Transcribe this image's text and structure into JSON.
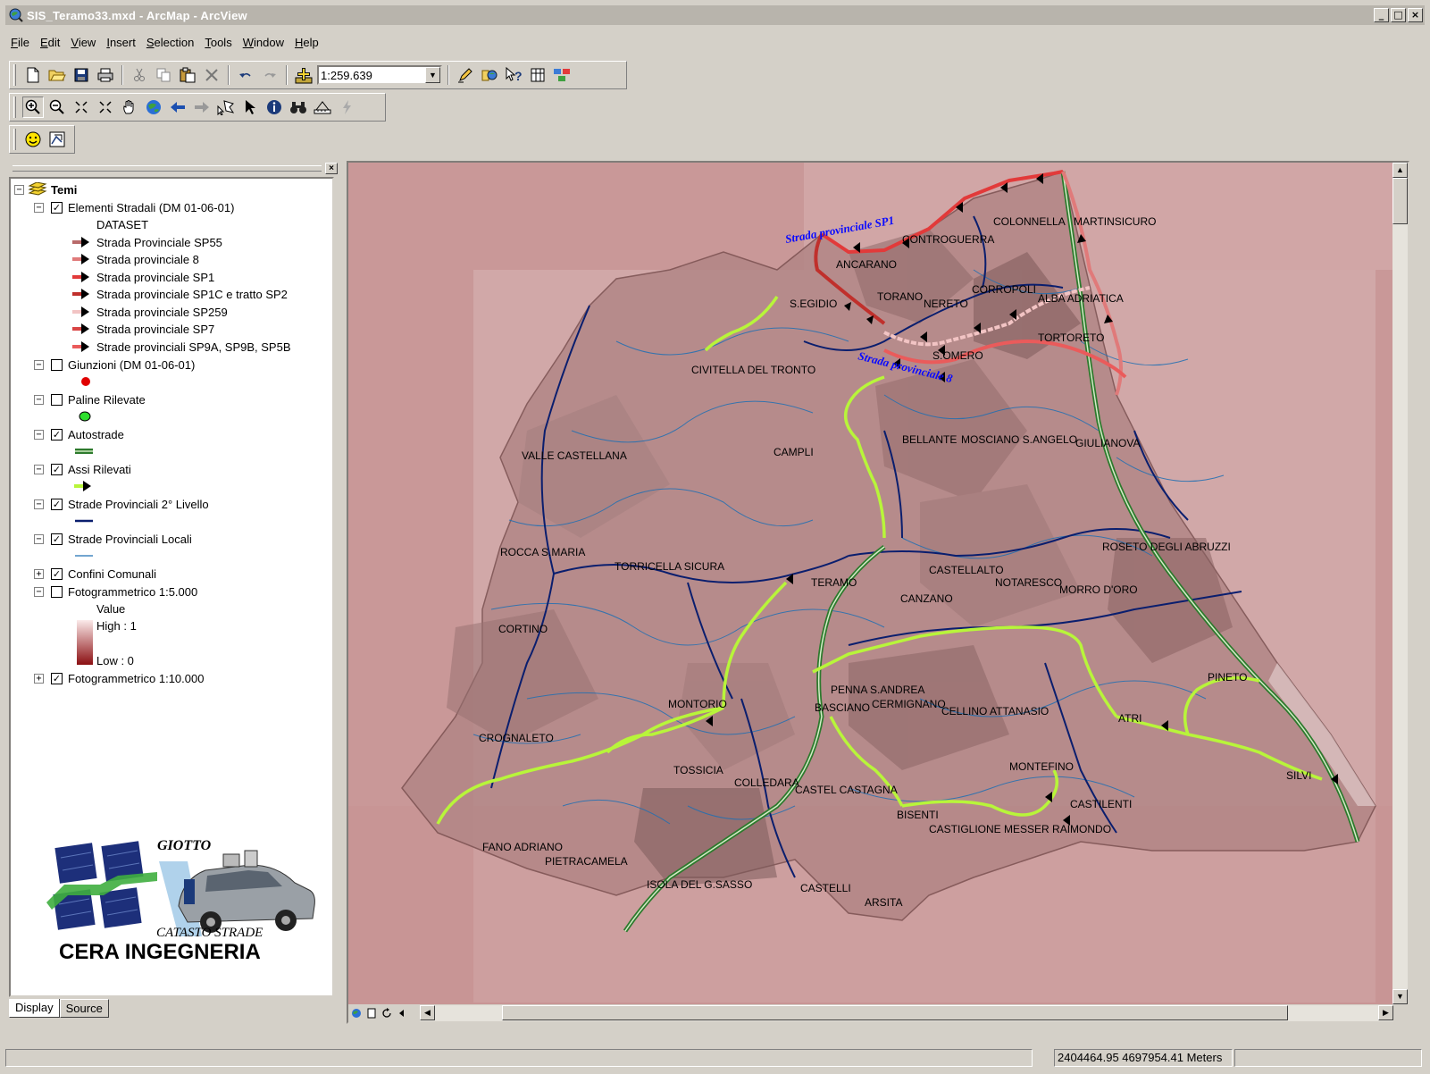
{
  "window": {
    "title": "SIS_Teramo33.mxd - ArcMap - ArcView",
    "controls": [
      "_",
      "□",
      "×"
    ]
  },
  "menu": [
    {
      "label": "File",
      "u": "F",
      "rest": "ile"
    },
    {
      "label": "Edit",
      "u": "E",
      "rest": "dit"
    },
    {
      "label": "View",
      "u": "V",
      "rest": "iew"
    },
    {
      "label": "Insert",
      "u": "I",
      "rest": "nsert"
    },
    {
      "label": "Selection",
      "u": "S",
      "rest": "election"
    },
    {
      "label": "Tools",
      "u": "T",
      "rest": "ools"
    },
    {
      "label": "Window",
      "u": "W",
      "rest": "indow"
    },
    {
      "label": "Help",
      "u": "H",
      "rest": "elp"
    }
  ],
  "toolbar": {
    "scale": "1:259.639"
  },
  "toc": {
    "root": "Temi",
    "layers": {
      "elementi": "Elementi Stradali (DM 01-06-01)",
      "dataset": "DATASET",
      "sp55": "Strada Provinciale SP55",
      "sp8": "Strada provinciale 8",
      "sp1": "Strada provinciale SP1",
      "sp1c": "Strada provinciale SP1C e tratto SP2",
      "sp259": "Strada provinciale SP259",
      "sp7": "Strada provinciale SP7",
      "sp9": "Strade provinciali SP9A, SP9B, SP5B",
      "giunzioni": "Giunzioni (DM 01-06-01)",
      "paline": "Paline Rilevate",
      "autostrade": "Autostrade",
      "assi": "Assi Rilevati",
      "livello2": "Strade Provinciali 2° Livello",
      "locali": "Strade Provinciali Locali",
      "confini": "Confini Comunali",
      "foto5000": "Fotogrammetrico 1:5.000",
      "value": "Value",
      "high": "High : 1",
      "low": "Low : 0",
      "foto10000": "Fotogrammetrico 1:10.000"
    },
    "tabs": {
      "display": "Display",
      "source": "Source"
    }
  },
  "logo": {
    "giotto": "GIOTTO",
    "catasto": "CATASTO STRADE",
    "company": "CERA INGEGNERIA"
  },
  "map": {
    "road_labels": {
      "sp1": "Strada provinciale SP1",
      "sp8": "Strada provinciale 8"
    },
    "places": {
      "colonnella": "COLONNELLA",
      "martinsicuro": "MARTINSICURO",
      "controguerra": "CONTROGUERRA",
      "ancarano": "ANCARANO",
      "torano": "TORANO",
      "nereto": "NERETO",
      "corropoli": "CORROPOLI",
      "alba": "ALBA ADRIATICA",
      "segidio": "S.EGIDIO",
      "tortoreto": "TORTORETO",
      "somero": "S.OMERO",
      "civitella": "CIVITELLA DEL TRONTO",
      "bellante": "BELLANTE",
      "mosciano": "MOSCIANO S.ANGELO",
      "giulianova": "GIULIANOVA",
      "valle": "VALLE CASTELLANA",
      "campli": "CAMPLI",
      "roseto": "ROSETO DEGLI ABRUZZI",
      "rocca": "ROCCA S.MARIA",
      "torricella": "TORRICELLA SICURA",
      "teramo": "TERAMO",
      "castellalto": "CASTELLALTO",
      "notaresco": "NOTARESCO",
      "morro": "MORRO D'ORO",
      "canzano": "CANZANO",
      "cortino": "CORTINO",
      "pineto": "PINETO",
      "penna": "PENNA S.ANDREA",
      "basciano": "BASCIANO",
      "cermignano": "CERMIGNANO",
      "cellino": "CELLINO ATTANASIO",
      "montorio": "MONTORIO",
      "atri": "ATRI",
      "crognaleto": "CROGNALETO",
      "montefino": "MONTEFINO",
      "silvi": "SILVI",
      "tossicia": "TOSSICIA",
      "colledara": "COLLEDARA",
      "castelcastagna": "CASTEL CASTAGNA",
      "castilenti": "CASTILENTI",
      "bisenti": "BISENTI",
      "castiglione": "CASTIGLIONE MESSER RAIMONDO",
      "fano": "FANO ADRIANO",
      "pietracamela": "PIETRACAMELA",
      "isola": "ISOLA DEL G.SASSO",
      "castelli": "CASTELLI",
      "arsita": "ARSITA"
    }
  },
  "status": {
    "coords": "2404464.95  4697954.41 Meters"
  },
  "colors": {
    "highway": "#2d7a2d",
    "surveyed": "#b8f53a",
    "level2": "#0a1e6e",
    "local": "#1f6fb3",
    "sp1": "#e23a3a",
    "sp259": "#f2c4c4",
    "province": "#c49090"
  }
}
